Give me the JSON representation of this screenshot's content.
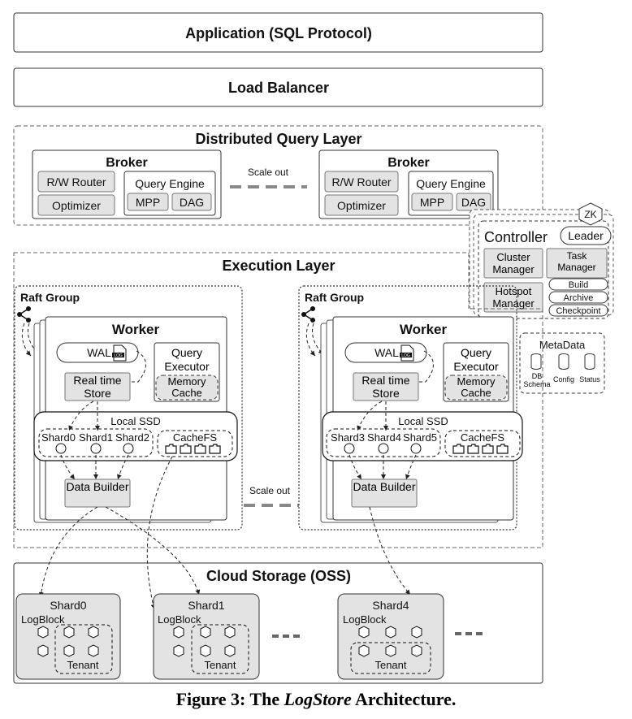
{
  "top": {
    "application": "Application (SQL Protocol)",
    "load_balancer": "Load Balancer"
  },
  "query_layer": {
    "title": "Distributed Query Layer",
    "broker": "Broker",
    "rw_router": "R/W Router",
    "optimizer": "Optimizer",
    "query_engine": "Query Engine",
    "mpp": "MPP",
    "dag": "DAG",
    "scale_out": "Scale out"
  },
  "controller": {
    "zk": "ZK",
    "title": "Controller",
    "leader": "Leader",
    "cluster_manager": "Cluster Manager",
    "task_manager": "Task Manager",
    "hotspot_manager": "Hotspot Manager",
    "build": "Build",
    "archive": "Archive",
    "checkpoint": "Checkpoint"
  },
  "metadata": {
    "title": "MetaData",
    "items": [
      "DB Schema",
      "Config",
      "Status"
    ]
  },
  "execution_layer": {
    "title": "Execution Layer",
    "raft_group": "Raft Group",
    "worker": "Worker",
    "wal": "WAL",
    "log_tag": "LOG",
    "query_executor": "Query Executor",
    "memory_cache": "Memory Cache",
    "realtime_store": "Real time Store",
    "local_ssd": "Local SSD",
    "cachefs": "CacheFS",
    "data_builder": "Data Builder",
    "scale_out": "Scale out",
    "left_shards": [
      "Shard0",
      "Shard1",
      "Shard2"
    ],
    "right_shards": [
      "Shard3",
      "Shard4",
      "Shard5"
    ]
  },
  "cloud_storage": {
    "title": "Cloud Storage (OSS)",
    "logblock": "LogBlock",
    "tenant": "Tenant",
    "shards": [
      "Shard0",
      "Shard1",
      "Shard4"
    ]
  },
  "caption": {
    "prefix": "Figure 3: The ",
    "name": "LogStore",
    "suffix": " Architecture."
  }
}
